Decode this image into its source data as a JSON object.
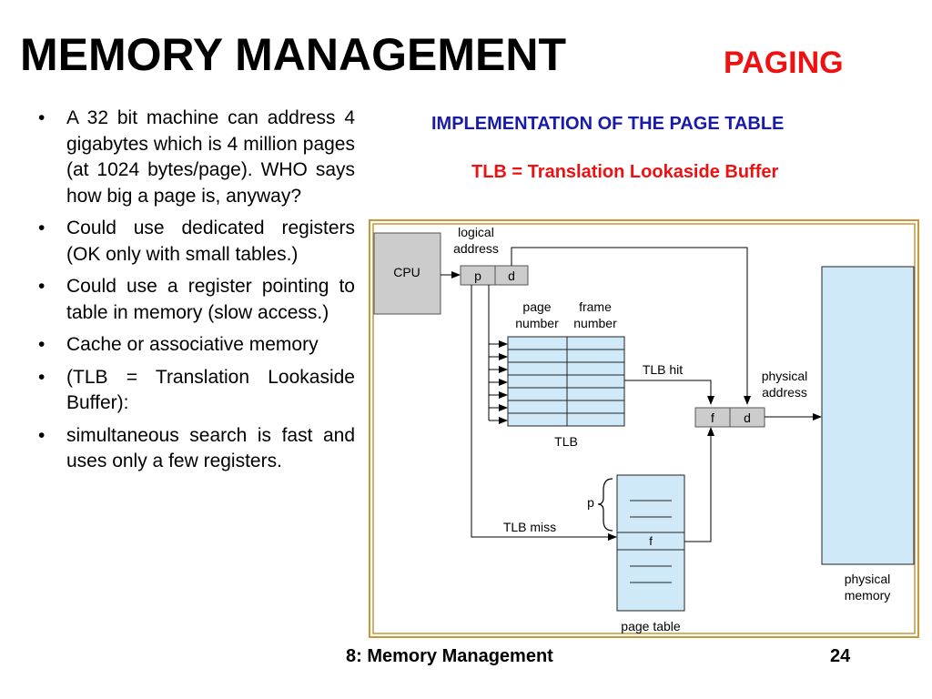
{
  "slide": {
    "title": "MEMORY MANAGEMENT",
    "subtitle": "PAGING",
    "section_heading": "IMPLEMENTATION OF THE PAGE TABLE",
    "tlb_definition": "TLB = Translation Lookaside Buffer",
    "bullets": [
      "A 32 bit machine can address 4 gigabytes which is 4 million pages (at 1024 bytes/page).   WHO says how big a page is, anyway?",
      "Could use dedicated registers (OK only with small tables.)",
      "Could use a register pointing to table in memory (slow access.)",
      "Cache or associative memory",
      "(TLB = Translation Lookaside Buffer):",
      " simultaneous search is fast and uses only a few registers."
    ],
    "footer_title": "8: Memory Management",
    "page_number": "24"
  },
  "diagram": {
    "cpu_label": "CPU",
    "logical_address_label_1": "logical",
    "logical_address_label_2": "address",
    "p_label": "p",
    "d_label": "d",
    "page_number_label_1": "page",
    "page_number_label_2": "number",
    "frame_number_label_1": "frame",
    "frame_number_label_2": "number",
    "tlb_label": "TLB",
    "tlb_hit_label": "TLB hit",
    "tlb_miss_label": "TLB miss",
    "physical_address_label_1": "physical",
    "physical_address_label_2": "address",
    "f_label": "f",
    "physical_address_d_label": "d",
    "page_table_p_label": "p",
    "page_table_f_label": "f",
    "page_table_label": "page table",
    "physical_memory_label_1": "physical",
    "physical_memory_label_2": "memory",
    "colors": {
      "cpu_fill": "#cccccc",
      "memory_fill": "#cfe9f9",
      "frame_border": "#c9963a",
      "heading_blue": "#1a1aa8",
      "accent_red": "#ee1111"
    }
  }
}
